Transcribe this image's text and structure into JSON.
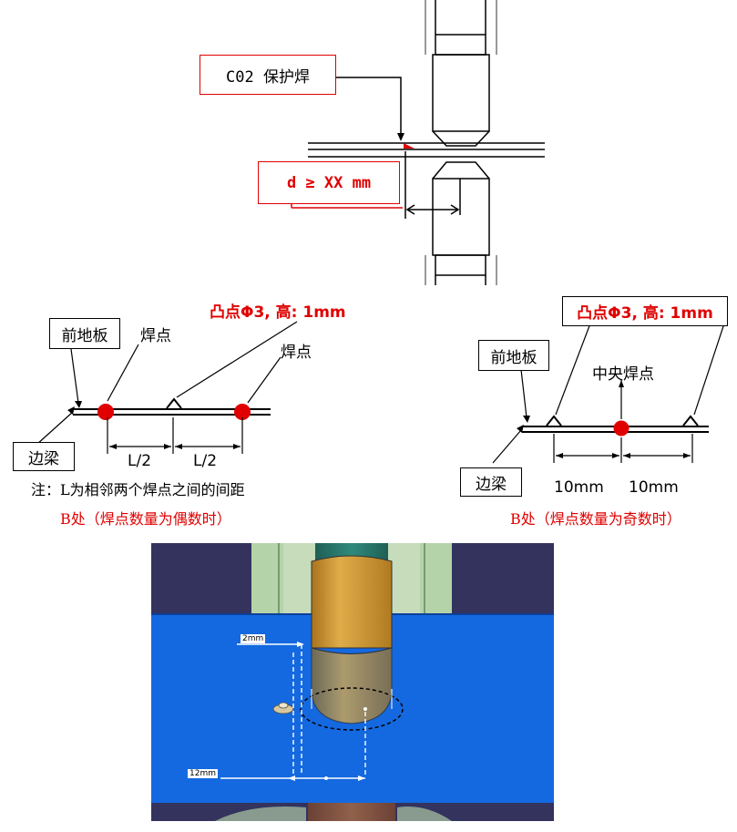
{
  "top_diagram": {
    "co2_label": "C02 保护焊",
    "distance_label": "d ≥ XX mm"
  },
  "left_diagram": {
    "projection_label": "凸点Φ3, 高: 1mm",
    "front_floor": "前地板",
    "weld_point_1": "焊点",
    "weld_point_2": "焊点",
    "side_beam": "边梁",
    "dim_1": "L/2",
    "dim_2": "L/2",
    "note": "注：L为相邻两个焊点之间的间距",
    "caption": "B处（焊点数量为偶数时）"
  },
  "right_diagram": {
    "projection_label": "凸点Φ3, 高: 1mm",
    "front_floor": "前地板",
    "center_weld": "中央焊点",
    "side_beam": "边梁",
    "dim_1": "10mm",
    "dim_2": "10mm",
    "caption": "B处（焊点数量为奇数时）"
  },
  "render_3d": {
    "dim_small": "2mm",
    "dim_large": "12mm"
  },
  "colors": {
    "red": "#e00000",
    "sheet_blue": "#1469e0",
    "electrode_gold": "#c8922e",
    "frame_green": "#b5d3a8",
    "dark_bg": "#33335e"
  }
}
